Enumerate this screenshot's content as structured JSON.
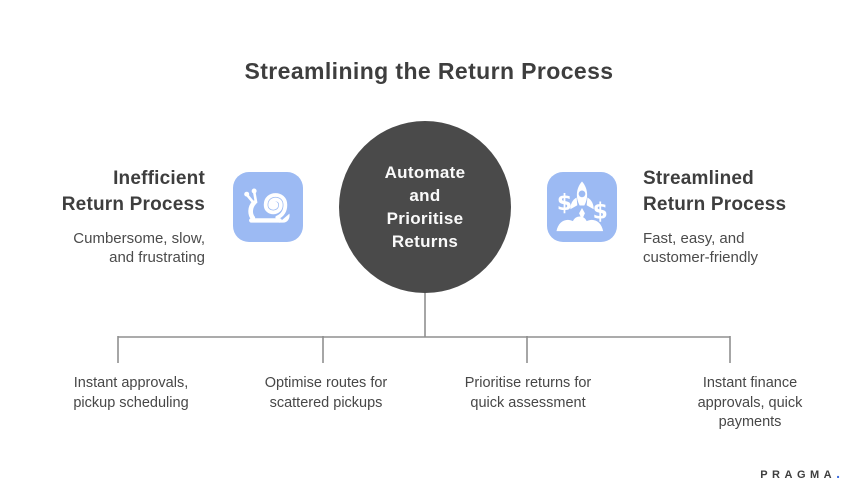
{
  "title": "Streamlining the Return Process",
  "center_node": {
    "label": "Automate\nand\nPrioritise\nReturns"
  },
  "left_panel": {
    "heading": "Inefficient\nReturn Process",
    "description": "Cumbersome, slow,\nand frustrating",
    "icon": "snail-icon"
  },
  "right_panel": {
    "heading": "Streamlined\nReturn Process",
    "description": "Fast, easy, and\ncustomer-friendly",
    "icon": "rocket-dollars-icon"
  },
  "branches": [
    {
      "label": "Instant approvals,\npickup scheduling"
    },
    {
      "label": "Optimise routes for\nscattered pickups"
    },
    {
      "label": "Prioritise returns for\nquick assessment"
    },
    {
      "label": "Instant finance\napprovals, quick\npayments"
    }
  ],
  "footer_logo": {
    "brand": "PRAGMA",
    "dot": "."
  },
  "colors": {
    "heading_text": "#3e3e3e",
    "body_text": "#4b4b4b",
    "center_circle": "#4a4a4a",
    "center_text": "#fafafa",
    "icon_tile_blue": "#9cbaf3",
    "connector_line": "#8f8f8f",
    "logo_dot_blue": "#4170e0"
  }
}
